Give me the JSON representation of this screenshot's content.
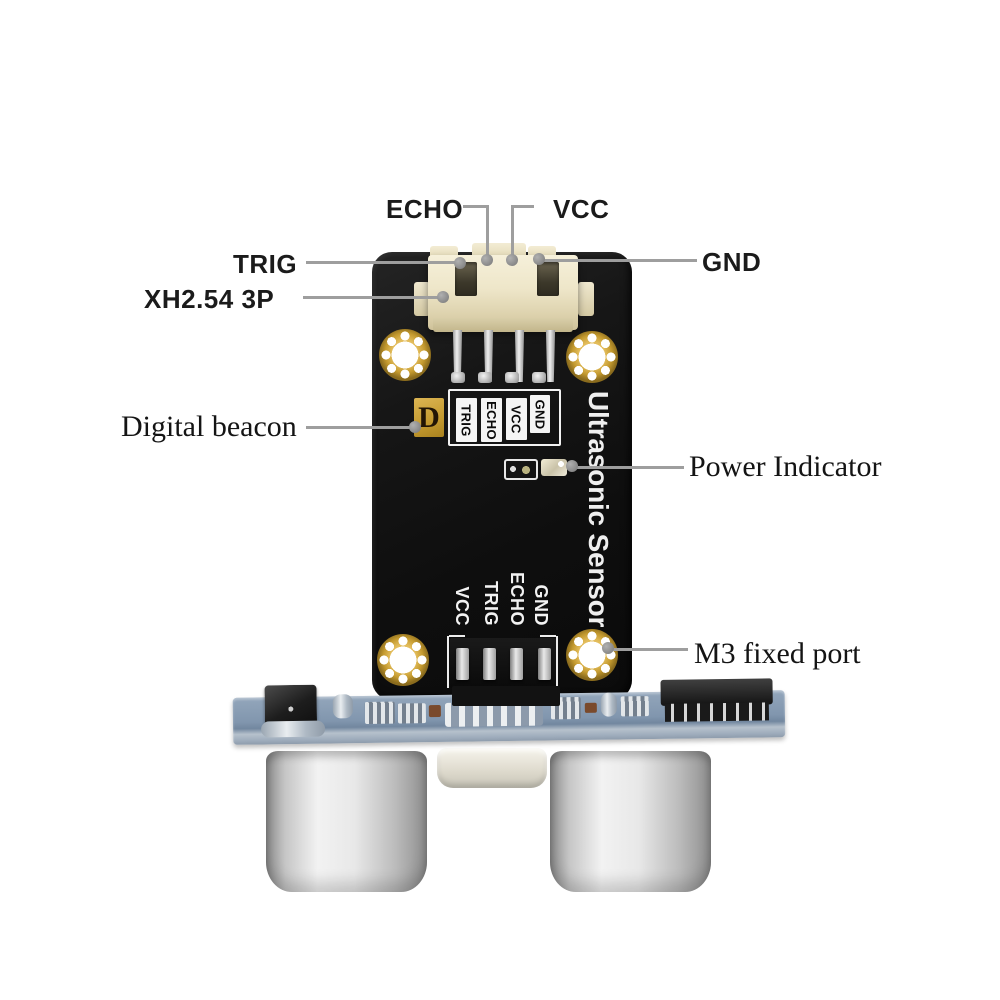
{
  "figure": {
    "background": "#ffffff",
    "callouts": {
      "echo": "ECHO",
      "vcc": "VCC",
      "trig": "TRIG",
      "gnd": "GND",
      "connector_type": "XH2.54 3P",
      "digital_beacon": "Digital beacon",
      "power_indicator": "Power Indicator",
      "m3_port": "M3 fixed port"
    },
    "board": {
      "title_vertical": "Ultrasonic Sensor",
      "beacon_letter": "D",
      "pin_box_labels": [
        "TRIG",
        "ECHO",
        "VCC",
        "GND"
      ],
      "header_pin_labels": [
        "VCC",
        "TRIG",
        "ECHO",
        "GND"
      ]
    },
    "colors": {
      "leader_line": "#9e9e9e",
      "pcb_black": "#121212",
      "gold": "#c49a2f",
      "connector_cream": "#ece4c8",
      "carrier_blue": "#8799b0",
      "transducer_silver": "#d9d9d9",
      "label_text": "#1a1a1a"
    }
  }
}
